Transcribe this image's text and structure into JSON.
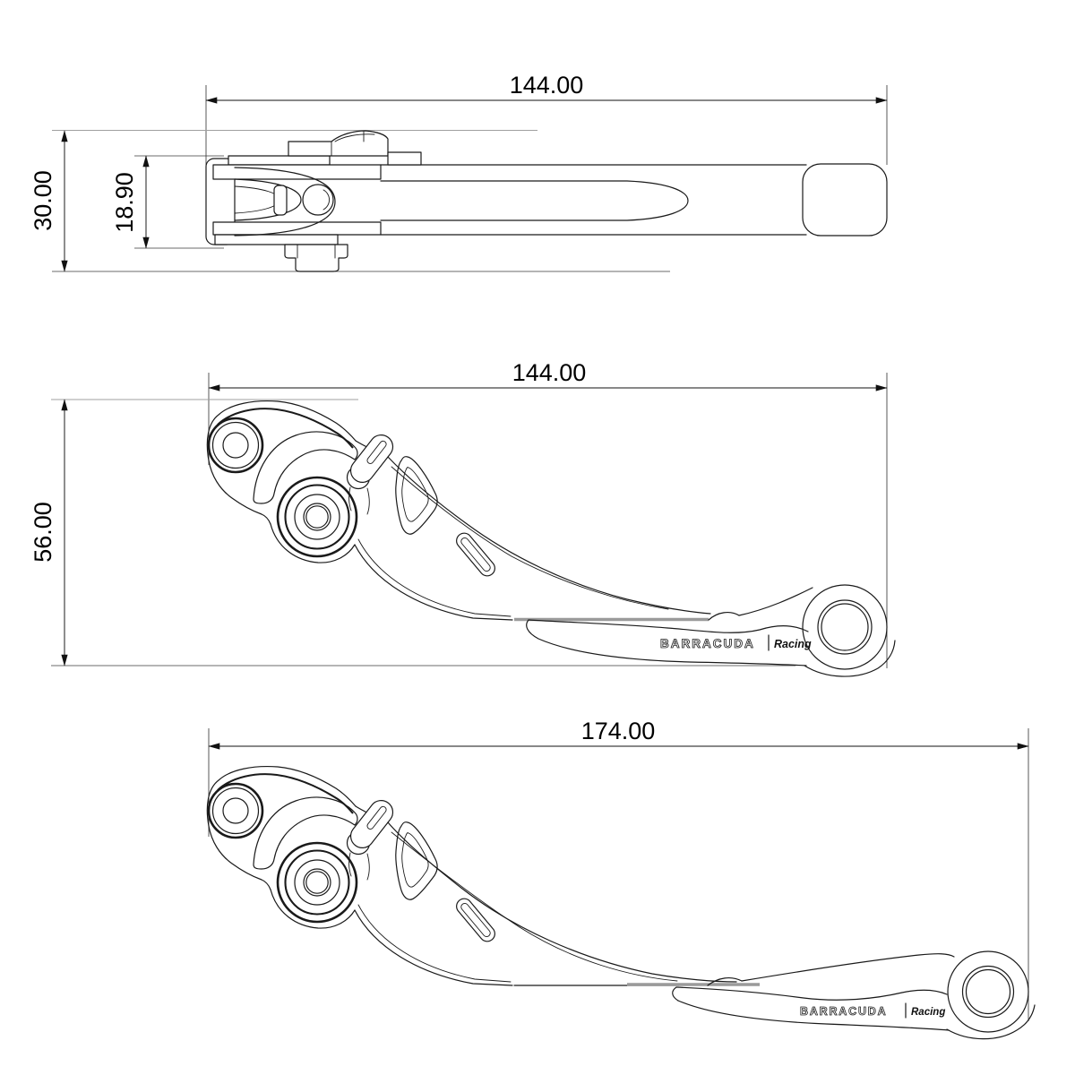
{
  "colors": {
    "background": "#ffffff",
    "line": "#1a1a1a",
    "dimension_text": "#000000",
    "junction_gray": "#9a9a9a"
  },
  "views": {
    "top_view": {
      "dimensions": {
        "width": "144.00",
        "height": "30.00",
        "clamp_height": "18.90"
      }
    },
    "side_view_short": {
      "dimensions": {
        "width": "144.00",
        "height": "56.00"
      },
      "brand": {
        "name": "BARRACUDA",
        "series": "Racing"
      }
    },
    "side_view_long": {
      "dimensions": {
        "width": "174.00"
      },
      "brand": {
        "name": "BARRACUDA",
        "series": "Racing"
      }
    }
  }
}
